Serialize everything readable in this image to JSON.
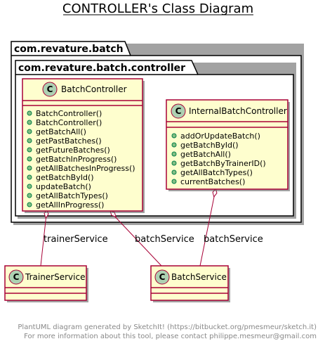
{
  "title": "CONTROLLER's Class Diagram",
  "packages": {
    "outer": "com.revature.batch",
    "inner": "com.revature.batch.controller"
  },
  "classes": {
    "batch_controller": {
      "name": "BatchController",
      "stereotype_letter": "C",
      "methods": [
        "BatchController()",
        "BatchController()",
        "getBatchAll()",
        "getPastBatches()",
        "getFutureBatches()",
        "getBatchInProgress()",
        "getAllBatchesInProgress()",
        "getBatchById()",
        "updateBatch()",
        "getAllBatchTypes()",
        "getAllInProgress()"
      ]
    },
    "internal_batch_controller": {
      "name": "InternalBatchController",
      "stereotype_letter": "C",
      "methods": [
        "addOrUpdateBatch()",
        "getBatchById()",
        "getBatchAll()",
        "getBatchByTrainerID()",
        "getAllBatchTypes()",
        "currentBatches()"
      ]
    },
    "trainer_service": {
      "name": "TrainerService",
      "stereotype_letter": "C"
    },
    "batch_service": {
      "name": "BatchService",
      "stereotype_letter": "C"
    }
  },
  "edges": {
    "trainer": "trainerService",
    "batch_from_controller": "batchService",
    "batch_from_internal": "batchService"
  },
  "footer": {
    "line1": "PlantUML diagram generated by SketchIt! (https://bitbucket.org/pmesmeur/sketch.it)",
    "line2": "For more information about this tool, please contact philippe.mesmeur@gmail.com"
  },
  "colors": {
    "class_fill": "#FEFECE",
    "class_border": "#A80036",
    "class_circle": "#ADD1B2",
    "method_dot": "#84BE84",
    "footer_text": "#888888"
  }
}
